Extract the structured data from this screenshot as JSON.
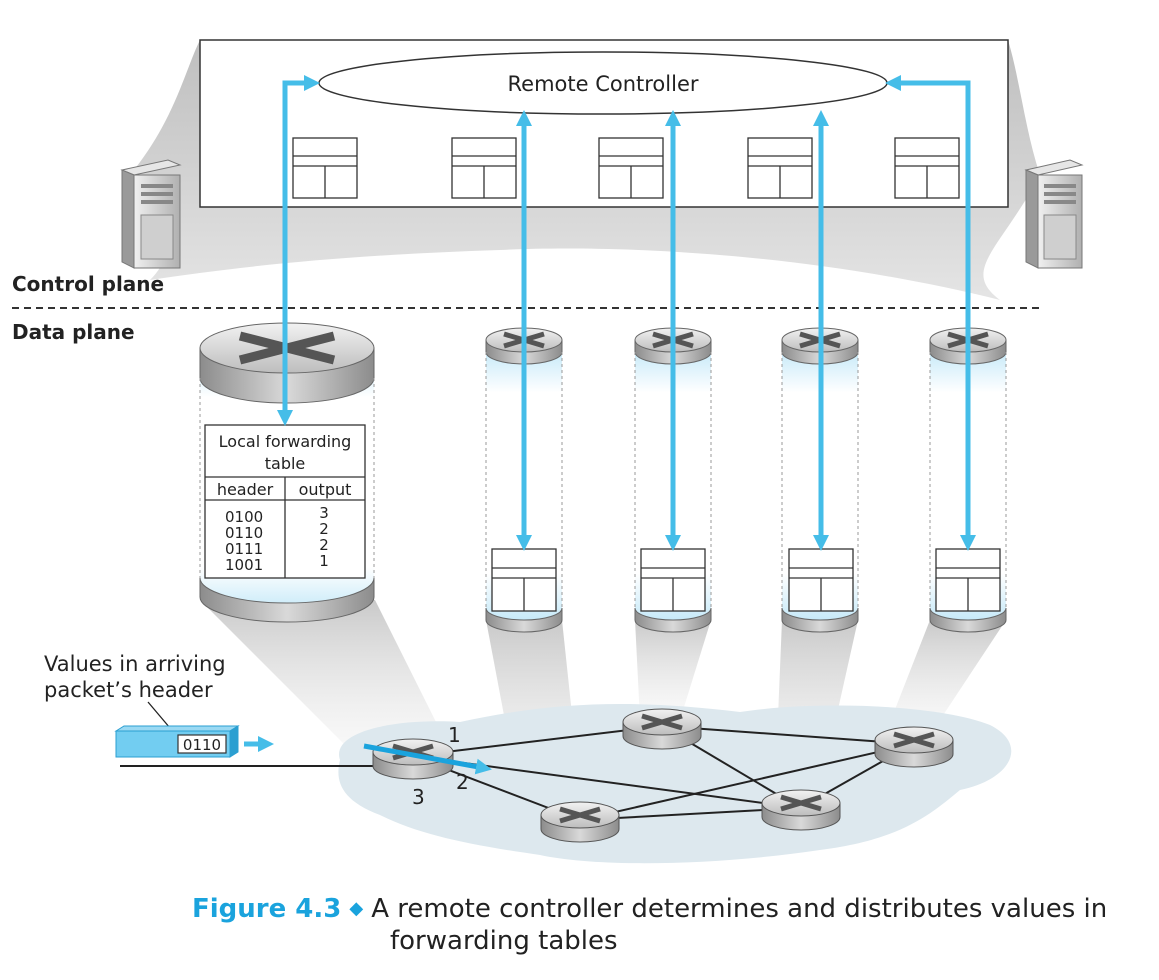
{
  "controller_label": "Remote Controller",
  "control_plane_label": "Control plane",
  "data_plane_label": "Data plane",
  "forwarding_table": {
    "title_line1": "Local forwarding",
    "title_line2": "table",
    "col_header": "header",
    "col_output": "output",
    "rows": [
      {
        "header": "0100",
        "output": "3"
      },
      {
        "header": "0110",
        "output": "2"
      },
      {
        "header": "0111",
        "output": "2"
      },
      {
        "header": "1001",
        "output": "1"
      }
    ]
  },
  "packet_label_line1": "Values in arriving",
  "packet_label_line2": "packet’s header",
  "packet_value": "0110",
  "port_labels": [
    "1",
    "2",
    "3"
  ],
  "caption": {
    "figure": "Figure 4.3",
    "text_line1": "A remote controller determines and distributes values in",
    "text_line2": "forwarding tables"
  },
  "colors": {
    "accent": "#1aa3dd",
    "arrow": "#45bde8",
    "light_blue": "#cfeefb",
    "network_bg": "#dde8ee"
  }
}
